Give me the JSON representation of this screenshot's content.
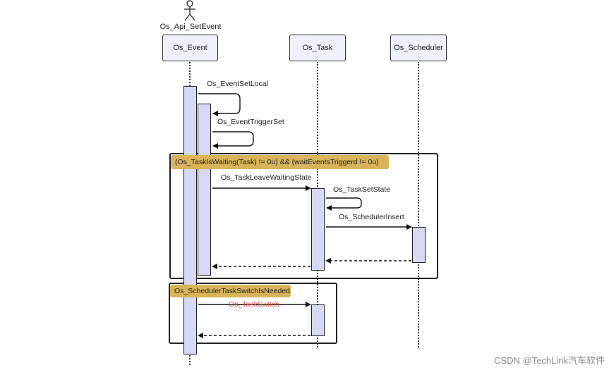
{
  "diagram": {
    "actor": {
      "name": "Os_Api_SetEvent"
    },
    "participants": [
      {
        "id": "event",
        "label": "Os_Event"
      },
      {
        "id": "task",
        "label": "Os_Task"
      },
      {
        "id": "scheduler",
        "label": "Os_Scheduler"
      }
    ],
    "messages": [
      {
        "id": "m1",
        "label": "Os_EventSetLocal",
        "from": "Os_Event",
        "to": "Os_Event",
        "kind": "sync-self"
      },
      {
        "id": "m2",
        "label": "Os_EventTriggerSet",
        "from": "Os_Event",
        "to": "Os_Event",
        "kind": "sync-self"
      },
      {
        "id": "m3",
        "label": "Os_TaskLeaveWaitingState",
        "from": "Os_Event",
        "to": "Os_Task",
        "kind": "sync"
      },
      {
        "id": "m4",
        "label": "Os_TaskSetState",
        "from": "Os_Task",
        "to": "Os_Task",
        "kind": "sync-self"
      },
      {
        "id": "m5",
        "label": "Os_SchedulerInsert",
        "from": "Os_Task",
        "to": "Os_Scheduler",
        "kind": "sync"
      },
      {
        "id": "m6",
        "label": "",
        "from": "Os_Scheduler",
        "to": "Os_Task",
        "kind": "return"
      },
      {
        "id": "m7",
        "label": "",
        "from": "Os_Task",
        "to": "Os_Event",
        "kind": "return"
      },
      {
        "id": "m8",
        "label": "Os_TaskSwitch",
        "from": "Os_Event",
        "to": "Os_Task",
        "kind": "sync",
        "color": "#d9534f"
      },
      {
        "id": "m9",
        "label": "",
        "from": "Os_Task",
        "to": "Os_Event",
        "kind": "return"
      }
    ],
    "fragments": [
      {
        "id": "f1",
        "guard": "(Os_TaskIsWaiting(Task) != 0u) && (waitEventsTriggerd != 0u)"
      },
      {
        "id": "f2",
        "guard": "Os_SchedulerTaskSwitchIsNeeded"
      }
    ],
    "colors": {
      "participant_fill": "#eef0fb",
      "activation_fill": "#d6d8f4",
      "guard_fill": "#d9b45a",
      "highlight_message": "#d9534f",
      "line": "#222222"
    }
  },
  "watermark": "CSDN @TechLink汽车软件"
}
